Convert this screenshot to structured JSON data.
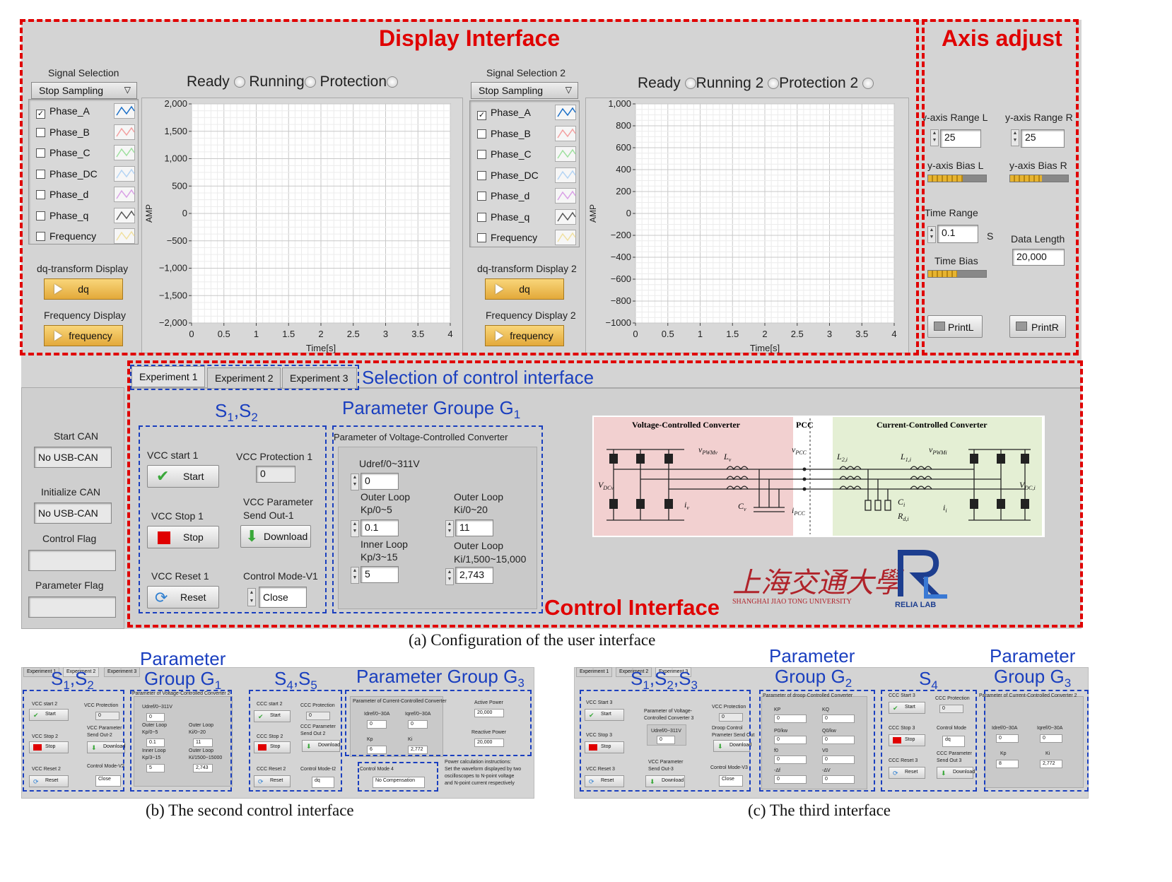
{
  "labels": {
    "display_interface": "Display Interface",
    "axis_adjust": "Axis adjust",
    "control_interface": "Control Interface",
    "selection_of_control": "Selection of control interface",
    "s1s2_main": "S",
    "param_group_main": "Parameter Groupe G"
  },
  "left_signal": {
    "title": "Signal Selection",
    "dropdown": "Stop Sampling",
    "items": [
      {
        "label": "Phase_A",
        "checked": true,
        "color": "#1b6fc7"
      },
      {
        "label": "Phase_B",
        "checked": false,
        "color": "#f3a0a0"
      },
      {
        "label": "Phase_C",
        "checked": false,
        "color": "#9fe09f"
      },
      {
        "label": "Phase_DC",
        "checked": false,
        "color": "#b4d4f4"
      },
      {
        "label": "Phase_d",
        "checked": false,
        "color": "#d9a0e6"
      },
      {
        "label": "Phase_q",
        "checked": false,
        "color": "#555555"
      },
      {
        "label": "Frequency",
        "checked": false,
        "color": "#f0e0a0"
      }
    ],
    "dq_title": "dq-transform Display",
    "dq_btn": "dq",
    "freq_title": "Frequency Display",
    "freq_btn": "frequency"
  },
  "right_signal": {
    "title": "Signal Selection 2",
    "dropdown": "Stop Sampling",
    "items": [
      {
        "label": "Phase_A",
        "checked": true,
        "color": "#1b6fc7"
      },
      {
        "label": "Phase_B",
        "checked": false,
        "color": "#f3a0a0"
      },
      {
        "label": "Phase_C",
        "checked": false,
        "color": "#9fe09f"
      },
      {
        "label": "Phase_DC",
        "checked": false,
        "color": "#b4d4f4"
      },
      {
        "label": "Phase_d",
        "checked": false,
        "color": "#d9a0e6"
      },
      {
        "label": "Phase_q",
        "checked": false,
        "color": "#555555"
      },
      {
        "label": "Frequency",
        "checked": false,
        "color": "#f0e0a0"
      }
    ],
    "dq_title": "dq-transform Display 2",
    "dq_btn": "dq",
    "freq_title": "Frequency Display 2",
    "freq_btn": "frequency"
  },
  "status_left": {
    "ready": "Ready",
    "running": "Running",
    "protection": "Protection"
  },
  "status_right": {
    "ready": "Ready",
    "running": "Running 2",
    "protection": "Protection 2"
  },
  "chart_data": [
    {
      "type": "line",
      "title": "",
      "xlabel": "Time[s]",
      "ylabel": "AMP",
      "xlim": [
        0,
        4
      ],
      "ylim": [
        -2000,
        2000
      ],
      "xticks": [
        "0",
        "0.5",
        "1",
        "1.5",
        "2",
        "2.5",
        "3",
        "3.5",
        "4"
      ],
      "yticks": [
        "2,000",
        "1,500",
        "1,000",
        "500",
        "0",
        "−500",
        "−1,000",
        "−1,500",
        "−2,000"
      ],
      "grid": true,
      "series": []
    },
    {
      "type": "line",
      "title": "",
      "xlabel": "Time[s]",
      "ylabel": "AMP",
      "xlim": [
        0,
        4
      ],
      "ylim": [
        -1000,
        1000
      ],
      "xticks": [
        "0",
        "0.5",
        "1",
        "1.5",
        "2",
        "2.5",
        "3",
        "3.5",
        "4"
      ],
      "yticks": [
        "1,000",
        "800",
        "600",
        "400",
        "200",
        "0",
        "−200",
        "−400",
        "−600",
        "−800",
        "−1000"
      ],
      "grid": true,
      "series": []
    }
  ],
  "axis": {
    "yrange_l": "y-axis Range L",
    "yrange_l_val": "25",
    "yrange_r": "y-axis Range R",
    "yrange_r_val": "25",
    "ybias_l": "y-axis Bias L",
    "ybias_l_level": 0.6,
    "ybias_r": "y-axis Bias R",
    "ybias_r_level": 0.55,
    "time_range": "Time Range",
    "time_range_val": "0.1",
    "time_unit": "S",
    "time_bias": "Time Bias",
    "time_bias_level": 0.5,
    "data_length": "Data Length",
    "data_length_val": "20,000",
    "printl": "PrintL",
    "printr": "PrintR"
  },
  "can": {
    "start": "Start CAN",
    "start_val": "No USB-CAN",
    "init": "Initialize CAN",
    "init_val": "No USB-CAN",
    "control_flag": "Control Flag",
    "parameter_flag": "Parameter Flag"
  },
  "tabs": [
    "Experiment 1",
    "Experiment 2",
    "Experiment 3"
  ],
  "vcc": {
    "start_title": "VCC start 1",
    "start_btn": "Start",
    "stop_title": "VCC Stop 1",
    "stop_btn": "Stop",
    "reset_title": "VCC Reset 1",
    "reset_btn": "Reset",
    "prot_title": "VCC Protection 1",
    "prot_val": "0",
    "param_send": "VCC Parameter",
    "param_send2": "Send Out-1",
    "download": "Download",
    "mode_title": "Control Mode-V1",
    "mode_val": "Close"
  },
  "param": {
    "title": "Parameter of Voltage-Controlled Converter",
    "udref": "Udref/0~311V",
    "udref_val": "0",
    "outer_kp": "Outer Loop",
    "outer_kp2": "Kp/0~5",
    "outer_kp_val": "0.1",
    "outer_ki": "Outer Loop",
    "outer_ki2": "Ki/0~20",
    "outer_ki_val": "11",
    "inner_kp": "Inner Loop",
    "inner_kp2": "Kp/3~15",
    "inner_kp_val": "5",
    "outer_ki_b": "Outer Loop",
    "outer_ki_b2": "Ki/1,500~15,000",
    "outer_ki_b_val": "2,743"
  },
  "circuit": {
    "vcc_title": "Voltage-Controlled Converter",
    "pcc": "PCC",
    "ccc_title": "Current-Controlled Converter",
    "vpwmv": "v",
    "vdcv": "V",
    "lv": "L",
    "iv": "i",
    "cv": "C",
    "vpcc": "v",
    "ipcc": "i",
    "l2i": "L",
    "l1i": "L",
    "vpwmi": "v",
    "ci": "C",
    "rdi": "R",
    "ii": "i",
    "vdci": "V"
  },
  "logo": {
    "sjtu_cn": "上海交通大學",
    "sjtu_en": "SHANGHAI JIAO TONG UNIVERSITY",
    "relia": "RELIA LAB"
  },
  "captions": {
    "a": "(a) Configuration of the user interface",
    "b": "(b) The second control interface",
    "c": "(c) The third interface"
  },
  "panel_b": {
    "tabs": [
      "Experiment 1",
      "Experiment 2",
      "Experiment 3"
    ],
    "lbl_param": "Parameter",
    "lbl_group": "Group G",
    "lbl_s1s2": "S",
    "lbl_s4s5": "S",
    "lbl_pg3": "Parameter Group G",
    "vcc_start": "VCC start 2",
    "vcc_prot": "VCC Protection",
    "vcc_stop": "VCC Stop 2",
    "vcc_param": "VCC Parameter",
    "vcc_send": "Send Out-2",
    "vcc_reset": "VCC Reset 2",
    "vcc_mode": "Control Mode-V2",
    "start": "Start",
    "stop": "Stop",
    "reset": "Reset",
    "download": "Download",
    "close": "Close",
    "zero": "0",
    "p_title": "Parameter of Voltage-Controlled Converter 2",
    "udref": "Udref/0~311V",
    "okp": "Outer Loop",
    "okp2": "Kp/0~5",
    "oki": "Outer Loop",
    "oki2": "Ki/0~20",
    "ikp": "Inner Loop",
    "ikp2": "Kp/3~15",
    "okib": "Outer Loop",
    "okib2": "Ki/1500~15000",
    "v0": "0",
    "v01": "0.1",
    "v11": "11",
    "v5": "5",
    "v2743": "2,743",
    "ccc_start": "CCC start 2",
    "ccc_prot": "CCC Protection",
    "ccc_stop": "CCC Stop 2",
    "ccc_param": "CCC Parameter",
    "ccc_send": "Send Out 2",
    "ccc_reset": "CCC Reset 2",
    "ccc_mode": "Control Mode-I2",
    "dq": "dq",
    "g3_title": "Parameter of Current-Controlled Converter",
    "idref": "Idref/0~30A",
    "iqref": "Iqref/0~30A",
    "kp": "Kp",
    "ki": "Ki",
    "v6": "6",
    "v2772": "2,772",
    "active": "Active Power",
    "active_val": "20,000",
    "reactive": "Reactive Power",
    "reactive_val": "20,000",
    "mode4": "Control Mode 4",
    "mode4_val": "No Compensation",
    "note": "Power calculation instructions:",
    "note2": "Set the waveform displayed by two",
    "note3": "oscilloscopes to N-point voltage",
    "note4": "and N-point current respectively"
  },
  "panel_c": {
    "tabs": [
      "Experiment 1",
      "Experiment 2",
      "Experiment 3"
    ],
    "lbl_s123": "S",
    "lbl_param": "Parameter",
    "lbl_group2": "Group G",
    "lbl_s4": "S",
    "lbl_param3": "Parameter",
    "lbl_group3": "Group G",
    "vcc_start": "VCC Start 3",
    "vcc_stop": "VCC Stop 3",
    "vcc_reset": "VCC Reset 3",
    "vcc_prot": "VCC Protection",
    "droop": "Droop Control",
    "droop2": "Prameter Send Out",
    "vcc_mode": "Control Mode-V3",
    "pv_title": "Parameter of Voltage-",
    "pv_title2": "Controlled Converter 3",
    "udref": "Udref/0~311V",
    "vpsend": "VCC Parameter",
    "vpsend2": "Send Out-3",
    "start": "Start",
    "stop": "Stop",
    "reset": "Reset",
    "download": "Download",
    "close": "Close",
    "zero": "0",
    "dq": "dq",
    "g2_title": "Parameter of droop-Controlled Converter",
    "kp": "KP",
    "kq": "KQ",
    "p0": "P0/kw",
    "q0": "Q0/kw",
    "f0": "f0",
    "v0l": "V0",
    "df": "-Δf",
    "dv": "-ΔV",
    "ccc_start": "CCC Start 3",
    "ccc_prot": "CCC Protection",
    "ccc_stop": "CCC Stop 3",
    "ccc_mode": "Control Mode",
    "ccc_reset": "CCC Reset 3",
    "ccc_param": "CCC Parameter",
    "ccc_send": "Send Out 3",
    "g3_title": "Parameter of Current-Controlled Converter 2",
    "idref": "Idref/0~30A",
    "iqref": "Iqref/0~30A",
    "kpl": "Kp",
    "kil": "Ki",
    "v8": "8",
    "v2772": "2,772"
  }
}
